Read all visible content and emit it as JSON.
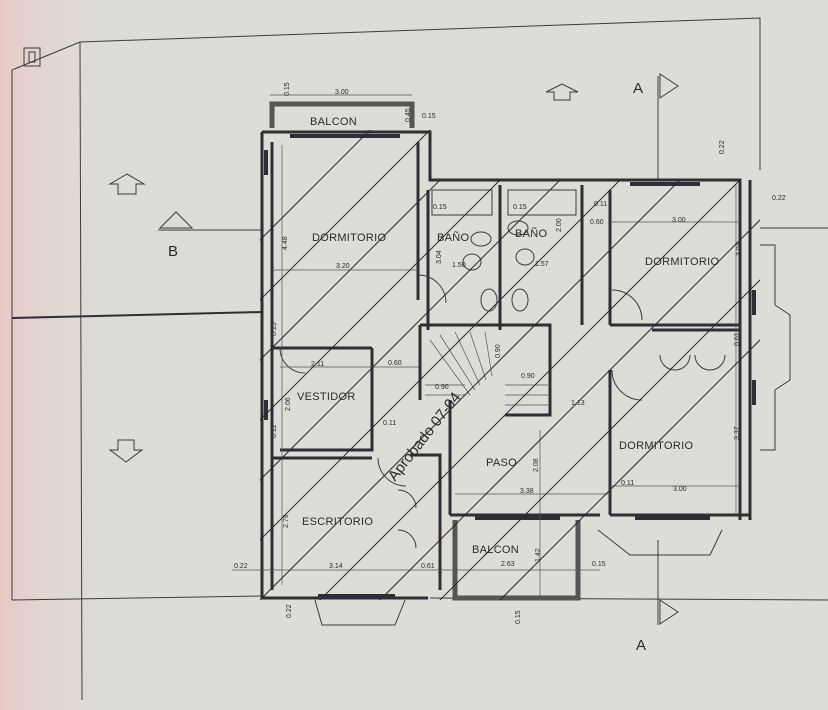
{
  "plan": {
    "rooms": {
      "balcon_top": "BALCON",
      "dormitorio_nw": "DORMITORIO",
      "bano_1": "BAÑO",
      "bano_2": "BAÑO",
      "dormitorio_ne": "DORMITORIO",
      "vestidor": "VESTIDOR",
      "paso": "PASO",
      "dormitorio_se": "DORMITORIO",
      "escritorio": "ESCRITORIO",
      "balcon_bottom": "BALCON"
    },
    "dimensions": {
      "balcon_top_width": "3.00",
      "balcon_top_wall": "0.15",
      "balcon_top_depth": "0.45",
      "balcon_top_left": "0.15",
      "dorm_nw_height": "4.48",
      "dorm_nw_width": "3.20",
      "bano1_top": "0.15",
      "bano2_top": "0.15",
      "bano_height": "3.04",
      "bano1_width": "1.50",
      "bano2_width": "1.57",
      "bano2_height": "2.00",
      "closet_wall": "0.11",
      "closet_depth": "0.60",
      "dorm_ne_width": "3.00",
      "dorm_ne_height": "3.04",
      "east_wall": "0.22",
      "north_wall": "0.22",
      "vestidor_width": "2.11",
      "vestidor_door": "0.60",
      "vestidor_wall": "0.11",
      "vestidor_height": "2.06",
      "west_wall_upper": "0.15",
      "west_wall_lower": "0.11",
      "stair_1": "0.90",
      "stair_2": "0.90",
      "stair_3": "0.90",
      "paso_height": "2.08",
      "paso_width": "3.38",
      "paso_side": "1.13",
      "dorm_se_wall": "0.11",
      "dorm_se_width": "3.00",
      "dorm_se_height": "3.37",
      "closet_se_depth": "0.61",
      "escritorio_height": "2.79",
      "escritorio_width": "3.14",
      "west_wall": "0.22",
      "escritorio_closet": "0.61",
      "south_wall": "0.22",
      "balcon_bottom_width": "2.63",
      "balcon_bottom_depth": "1.42",
      "balcon_bottom_wall": "0.15",
      "balcon_bottom_south": "0.15"
    },
    "section_marks": {
      "a_top": "A",
      "a_bottom": "A",
      "b": "B"
    },
    "stamp": "Aprobado 07-04"
  }
}
